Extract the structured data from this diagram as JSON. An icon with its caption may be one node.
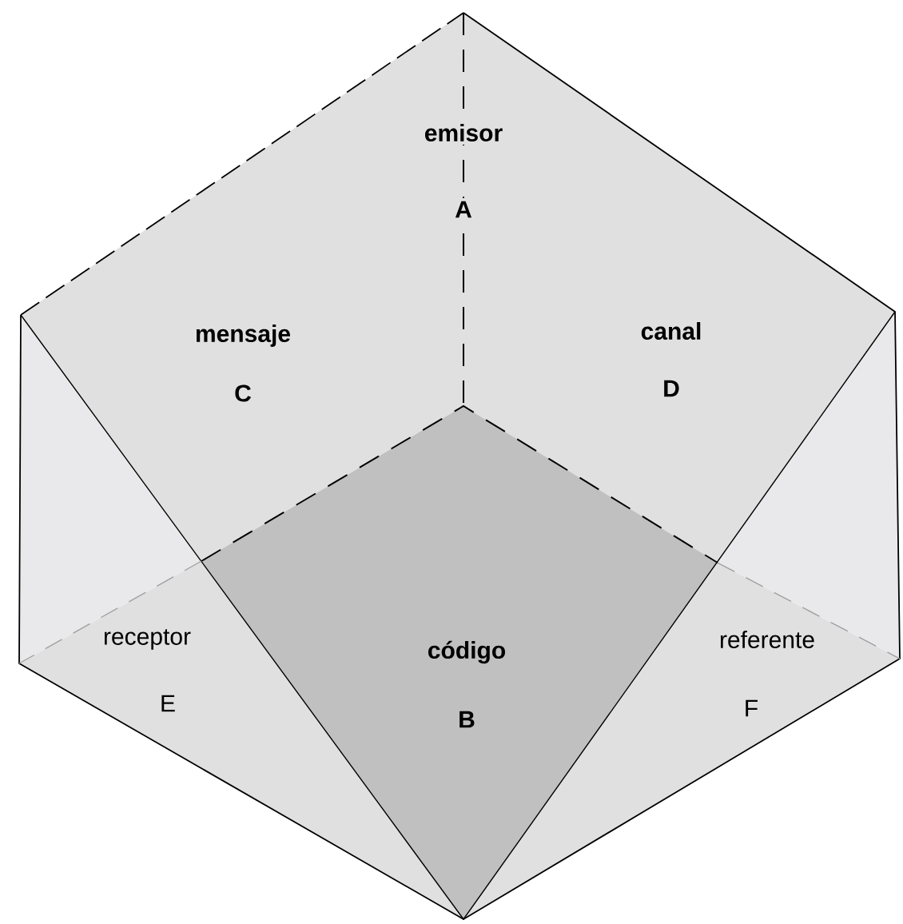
{
  "diagram": {
    "nodes": [
      {
        "text": [
          "mensaje",
          "C"
        ]
      },
      {
        "text": [
          "canal",
          "D"
        ]
      },
      {
        "text": [
          "código",
          "B"
        ]
      },
      {
        "text": [
          "receptor",
          "E"
        ]
      },
      {
        "text": [
          "referente",
          "F"
        ]
      }
    ],
    "labels": [
      "emisor",
      "A"
    ]
  }
}
